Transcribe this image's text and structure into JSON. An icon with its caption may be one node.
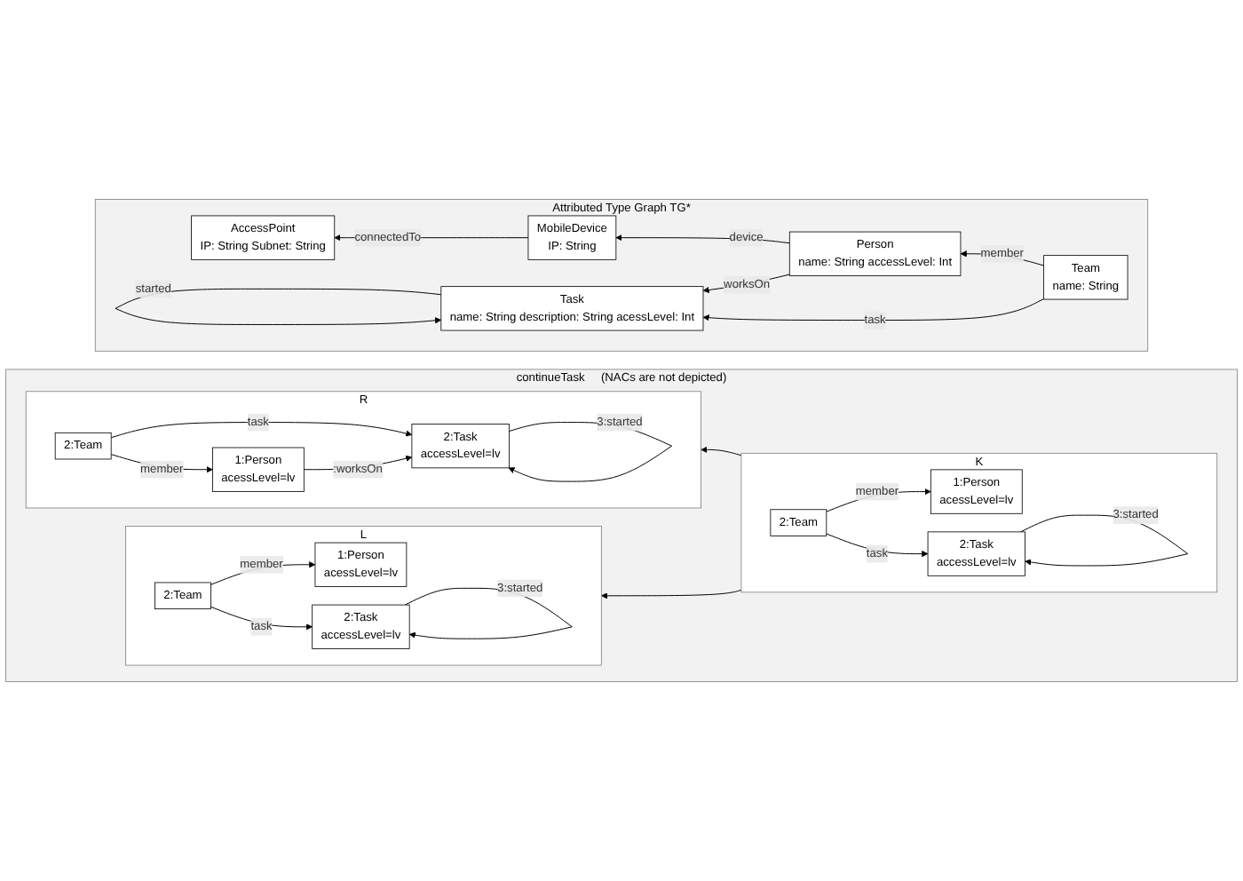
{
  "diagram": {
    "nodes": [
      {
        "text": [
          "Attributed Type Graph TG*"
        ]
      },
      {
        "text": [
          "MobileDevice",
          "IP: String"
        ],
        "in": 0
      },
      {
        "text": [
          "Person",
          "name: String accessLevel: Int"
        ],
        "in": 0
      },
      {
        "text": [
          "Team",
          "name: String"
        ],
        "in": 0
      },
      {
        "text": [
          "AccessPoint",
          "IP: String Subnet: String"
        ],
        "in": 0
      },
      {
        "text": [
          "Task",
          "name: String description: String acessLevel: Int"
        ],
        "in": 0
      },
      {
        "text": [
          "continueTask",
          "(NACs are not depicted)"
        ]
      },
      {
        "text": [
          "L"
        ],
        "in": 6
      },
      {
        "text": [
          "2:Team"
        ],
        "in": 7
      },
      {
        "text": [
          "1:Person",
          "acessLevel=lv"
        ],
        "in": 7
      },
      {
        "text": [
          "2:Task",
          "accessLevel=lv"
        ],
        "in": 7
      },
      {
        "text": [
          "K"
        ],
        "in": 6
      },
      {
        "text": [
          "2:Team"
        ],
        "in": 11
      },
      {
        "text": [
          "1:Person",
          "acessLevel=lv"
        ],
        "in": 11
      },
      {
        "text": [
          "2:Task",
          "accessLevel=lv"
        ],
        "in": 11
      },
      {
        "text": [
          "R"
        ],
        "in": 6
      },
      {
        "text": [
          "2:Team"
        ],
        "in": 15
      },
      {
        "text": [
          "1:Person",
          "acessLevel=lv"
        ],
        "in": 15
      },
      {
        "text": [
          "2:Task",
          "accessLevel=lv"
        ],
        "in": 15
      }
    ],
    "edges": [
      {
        "from": 2,
        "to": 1,
        "arrow": "to",
        "label": "device"
      },
      {
        "from": 3,
        "to": 2,
        "arrow": "to",
        "label": "member"
      },
      {
        "from": 1,
        "to": 4,
        "arrow": "to",
        "label": "connectedTo"
      },
      {
        "from": 2,
        "to": 5,
        "arrow": "to",
        "label": "worksOn"
      },
      {
        "from": 5,
        "to": 5,
        "arrow": "to",
        "label": "started"
      },
      {
        "from": 3,
        "to": 5,
        "arrow": "to",
        "label": "task"
      },
      {
        "from": 8,
        "to": 9,
        "arrow": "to",
        "label": "member"
      },
      {
        "from": 8,
        "to": 10,
        "arrow": "to",
        "label": "task"
      },
      {
        "from": 10,
        "to": 10,
        "arrow": "to",
        "label": "3:started"
      },
      {
        "from": 11,
        "to": 7,
        "arrow": "to"
      },
      {
        "from": 11,
        "to": 15,
        "arrow": "to"
      },
      {
        "from": 12,
        "to": 13,
        "arrow": "to",
        "label": "member"
      },
      {
        "from": 12,
        "to": 14,
        "arrow": "to",
        "label": "task"
      },
      {
        "from": 14,
        "to": 14,
        "arrow": "to",
        "label": "3:started"
      },
      {
        "from": 16,
        "to": 17,
        "arrow": "to",
        "label": "member"
      },
      {
        "from": 16,
        "to": 18,
        "arrow": "to",
        "label": "task"
      },
      {
        "from": 17,
        "to": 18,
        "arrow": "to",
        "label": ":worksOn"
      },
      {
        "from": 18,
        "to": 18,
        "arrow": "to",
        "label": "3:started"
      }
    ]
  }
}
